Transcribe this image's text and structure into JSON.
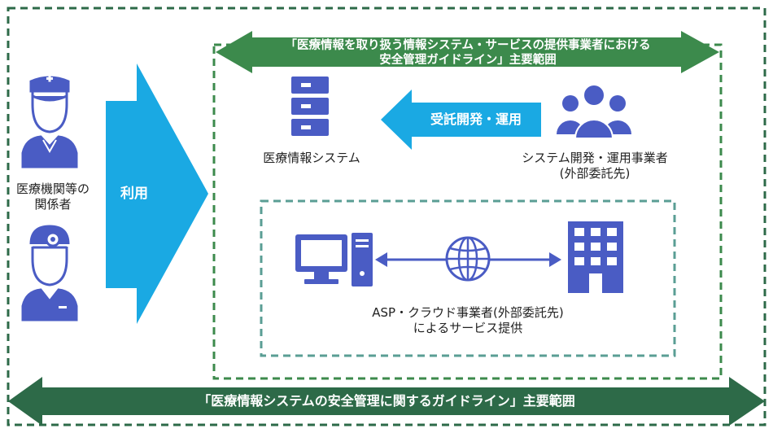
{
  "texts": {
    "top_banner_line1": "「医療情報を取り扱う情報システム・サービスの提供事業者における",
    "top_banner_line2": "安全管理ガイドライン」主要範囲",
    "bottom_banner": "「医療情報システムの安全管理に関するガイドライン」主要範囲",
    "medical_line1": "医療機関等の",
    "medical_line2": "関係者",
    "use_label": "利用",
    "dev_arrow_label": "受託開発・運用",
    "system_label": "医療情報システム",
    "vendor_line1": "システム開発・運用事業者",
    "vendor_line2": "(外部委託先)",
    "asp_line1": "ASP・クラウド事業者(外部委託先)",
    "asp_line2": "によるサービス提供"
  },
  "icons": [
    "nurse-icon",
    "doctor-icon",
    "server-icon",
    "group-icon",
    "computer-icon",
    "globe-icon",
    "building-icon"
  ],
  "colors": {
    "dark_green": "#2d6a48",
    "mid_green": "#3c8a4c",
    "teal": "#5a9e94",
    "sky_blue": "#1aa9e3",
    "icon_blue": "#4a5cc4"
  }
}
